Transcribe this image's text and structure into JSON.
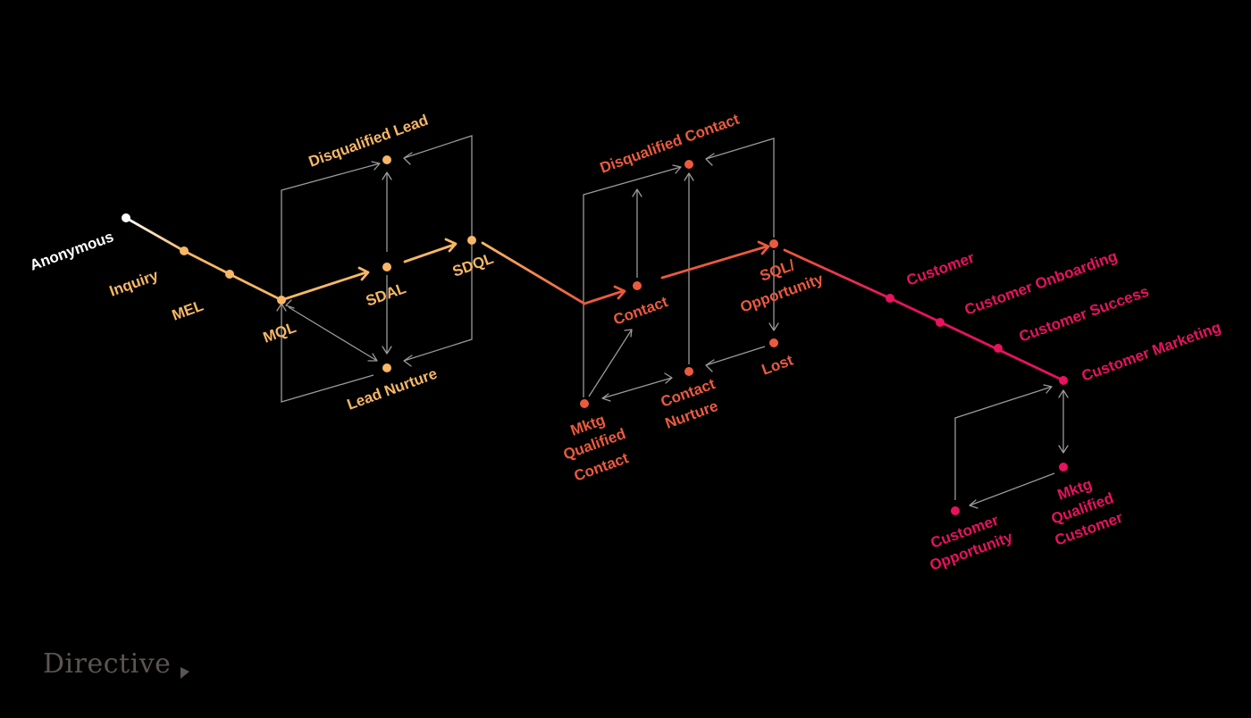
{
  "colors": {
    "background": "#000000",
    "yellow": "#f7b766",
    "orange": "#ec5a3e",
    "pink": "#e8125f",
    "white": "#ffffff",
    "connector": "#9a9a9a",
    "logo": "#5b5552"
  },
  "stages": {
    "anonymous": "Anonymous",
    "inquiry": "Inquiry",
    "mel": "MEL",
    "mql": "MQL",
    "sdal": "SDAL",
    "sdql": "SDQL",
    "disqualified_lead": "Disqualified Lead",
    "lead_nurture": "Lead Nurture",
    "disqualified_contact": "Disqualified Contact",
    "contact": "Contact",
    "sql_1": "SQL/",
    "sql_2": "Opportunity",
    "lost": "Lost",
    "contact_nurture_1": "Contact",
    "contact_nurture_2": "Nurture",
    "mqc_1": "Mktg",
    "mqc_2": "Qualified",
    "mqc_3": "Contact",
    "customer": "Customer",
    "customer_onboarding": "Customer Onboarding",
    "customer_success": "Customer Success",
    "customer_marketing": "Customer Marketing",
    "mqcust_1": "Mktg",
    "mqcust_2": "Qualified",
    "mqcust_3": "Customer",
    "customer_opp_1": "Customer",
    "customer_opp_2": "Opportunity"
  },
  "logo": {
    "text": "Directive"
  }
}
